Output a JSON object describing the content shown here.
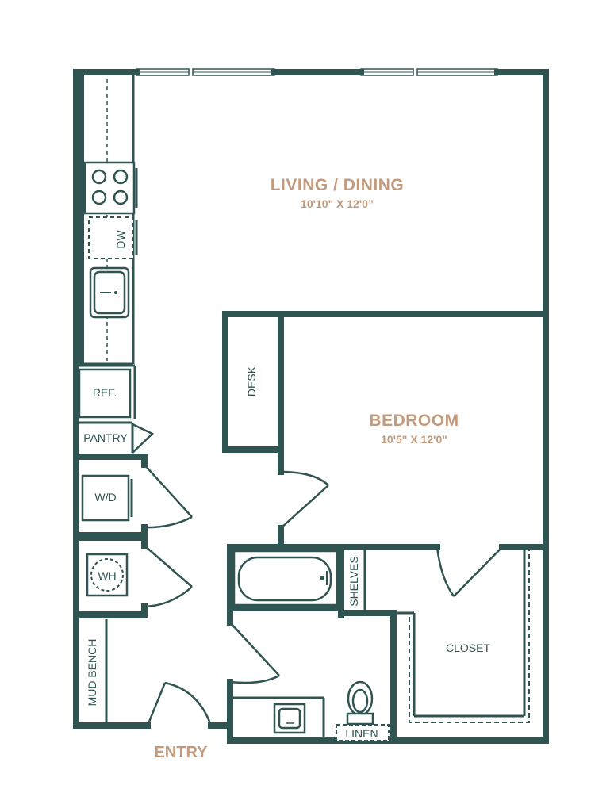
{
  "rooms": {
    "living": {
      "name": "LIVING / DINING",
      "dims": "10'10\" X 12'0”"
    },
    "bedroom": {
      "name": "BEDROOM",
      "dims": "10'5\" X 12'0\""
    }
  },
  "labels": {
    "dw": "DW",
    "ref": "REF.",
    "pantry": "PANTRY",
    "wd": "W/D",
    "wh": "WH",
    "mud_bench": "MUD BENCH",
    "desk": "DESK",
    "shelves": "SHELVES",
    "closet": "CLOSET",
    "linen": "LINEN",
    "entry": "ENTRY"
  },
  "colors": {
    "wall": "#2f5452",
    "accent": "#c39a7b"
  }
}
